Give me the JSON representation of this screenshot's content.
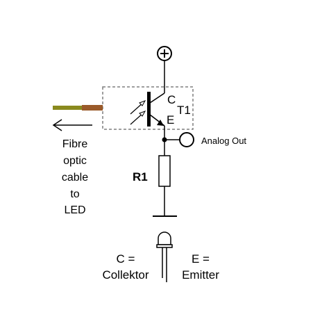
{
  "labels": {
    "collector_pin": "C",
    "emitter_pin": "E",
    "transistor": "T1",
    "analog_out": "Analog Out",
    "resistor": "R1",
    "supply_symbol": "+",
    "fibre_lines": [
      "Fibre",
      "optic",
      "cable",
      "to",
      "LED"
    ],
    "legend_collector": [
      "C =",
      "Collektor"
    ],
    "legend_emitter": [
      "E =",
      "Emitter"
    ]
  },
  "colors": {
    "wire": "#000000",
    "dashed_box": "#7f7f7f",
    "fibre_cable": "#8a8a1e",
    "fibre_cable_tip": "#9a5a2a"
  }
}
